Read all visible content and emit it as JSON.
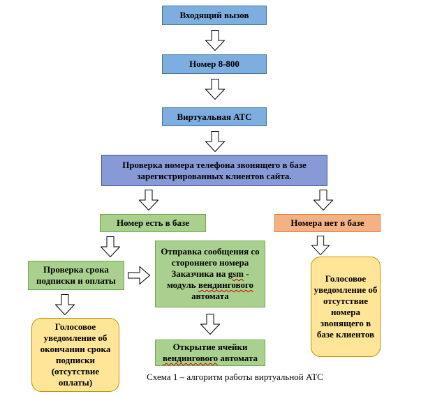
{
  "nodes": {
    "incoming_call": "Входящий вызов",
    "number_8800": "Номер 8-800",
    "virtual_pbx": "Виртуальная АТС",
    "check_number_db": "Проверка номера телефона звонящего в базе зарегистрированных клиентов сайта.",
    "number_in_db": "Номер есть в базе",
    "number_not_in_db": "Номера нет в базе",
    "check_subscription": "Проверка срока подписки и оплаты",
    "send_message_parts": [
      "Отправка сообщения со стороннего номера Заказчика на ",
      "gsm",
      " - модуль ",
      "вендингового",
      " автомата"
    ],
    "open_cell_parts": [
      "Открытие ячейки ",
      "вендингового",
      " автомата"
    ],
    "voice_subscription_end": "Голосовое уведомление об окончании срока подписки (отсутствие оплаты)",
    "voice_number_absent": "Голосовое уведомление об отсутствие номера звонящего в базе клиентов"
  },
  "caption": "Схема 1 – алгоритм работы виртуальной АТС",
  "colors": {
    "blue_fill": "#7EAEE0",
    "blue_border": "#41719C",
    "indigo_fill": "#8799D6",
    "indigo_border": "#41569B",
    "green_fill": "#A9D08E",
    "green_border": "#70A84F",
    "orange_fill": "#F4B183",
    "orange_border": "#E07B39",
    "yellow_fill": "#FFE598",
    "yellow_border": "#BF9000",
    "squiggle": "#CC0000"
  }
}
